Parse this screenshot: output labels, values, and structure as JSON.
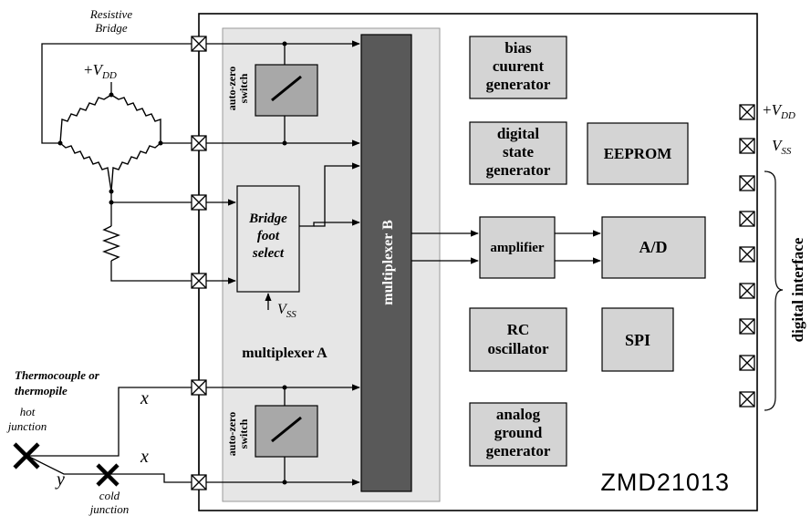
{
  "chip": {
    "part_number": "ZMD21013"
  },
  "labels": {
    "resistive_bridge": [
      "Resistive",
      "Bridge"
    ],
    "thermo": [
      "Thermocouple or",
      "thermopile"
    ],
    "hot_junction": [
      "hot",
      "junction"
    ],
    "cold_junction": [
      "cold",
      "junction"
    ],
    "x": "x",
    "y": "y",
    "multiplexer_a": "multiplexer A",
    "multiplexer_b": "multiplexer B",
    "auto_zero": [
      "auto-zero",
      "switch"
    ],
    "bridge_foot": [
      "Bridge",
      "foot",
      "select"
    ],
    "digital_interface": "digital interface"
  },
  "supply": {
    "vdd_main": "V",
    "vdd_sub": "DD",
    "vss_main": "V",
    "vss_sub": "SS"
  },
  "blocks": {
    "bias": [
      "bias",
      "cuurent",
      "generator"
    ],
    "digital_state": [
      "digital",
      "state",
      "generator"
    ],
    "eeprom": [
      "EEPROM"
    ],
    "amplifier": [
      "amplifier"
    ],
    "ad": [
      "A/D"
    ],
    "rc": [
      "RC",
      "oscillator"
    ],
    "spi": [
      "SPI"
    ],
    "analog_ground": [
      "analog",
      "ground",
      "generator"
    ]
  },
  "colors": {
    "chip_bg": "#ffffff",
    "mux_a_fill": "#e6e6e6",
    "mux_b_fill": "#595959",
    "block_fill": "#d4d4d4",
    "switch_fill": "#a8a8a8"
  }
}
